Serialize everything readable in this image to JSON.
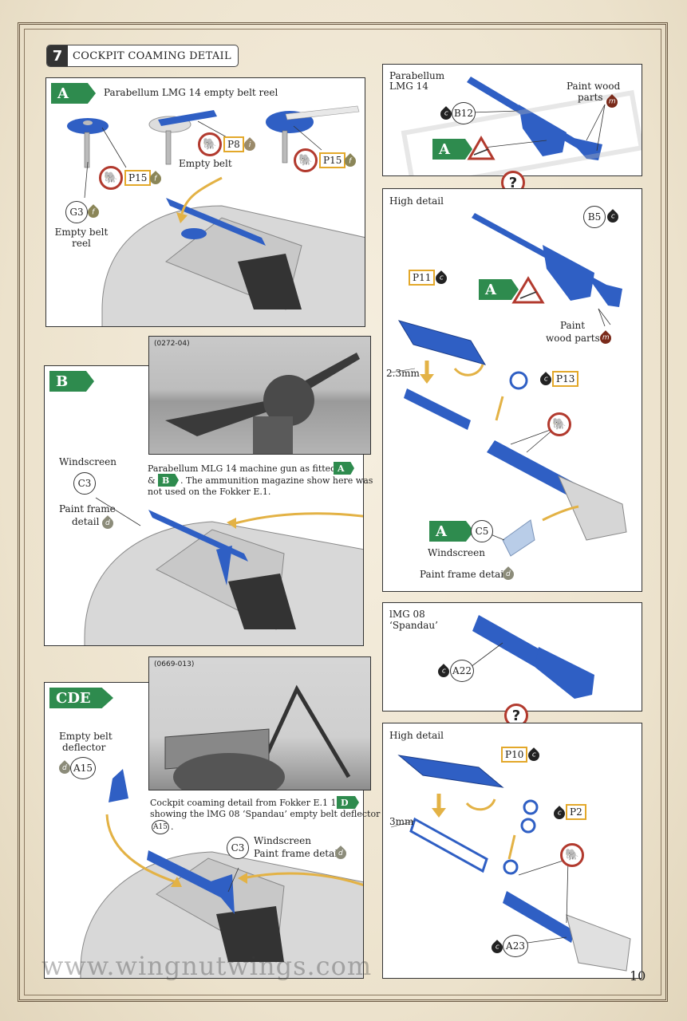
{
  "step": {
    "number": "7",
    "title": "COCKPIT COAMING DETAIL"
  },
  "panel_a": {
    "badge": "A",
    "title": "Parabellum LMG 14 empty belt reel",
    "parts": {
      "g3": "G3",
      "p15a": "P15",
      "p8": "P8",
      "p15b": "P15"
    },
    "paints": {
      "g3": "f",
      "p15a": "f",
      "p8": "i",
      "p15b": "f"
    },
    "empty_belt": "Empty belt",
    "empty_belt_reel": "Empty belt reel"
  },
  "panel_lmg14": {
    "title_line1": "Parabellum",
    "title_line2": "LMG 14",
    "part": "B12",
    "part_paint": "c",
    "paint_wood_line1": "Paint wood",
    "paint_wood_line2": "parts",
    "wood_paint": "m",
    "badge": "A"
  },
  "panel_high1": {
    "title": "High detail",
    "parts": {
      "b5": "B5",
      "p11": "P11",
      "p13": "P13",
      "c5": "C5"
    },
    "paints": {
      "b5": "c",
      "p11": "c",
      "p13": "c",
      "frame": "d",
      "wood": "m"
    },
    "paint_wood_line1": "Paint",
    "paint_wood_line2": "wood parts",
    "dimension": "2.3mm",
    "badge": "A",
    "windscreen": "Windscreen",
    "paint_frame": "Paint frame detail"
  },
  "panel_b": {
    "badge": "B",
    "photo_id": "(0272-04)",
    "windscreen": "Windscreen",
    "part": "C3",
    "paint_frame_line1": "Paint frame",
    "paint_frame_line2": "detail",
    "frame_paint": "d",
    "caption_line1": "Parabellum MLG 14 machine gun as fitted to",
    "caption_amp": "&",
    "caption_line2": ". The ammunition magazine show here was",
    "caption_line3": "not used on the Fokker E.1.",
    "cap_badge_a": "A",
    "cap_badge_b": "B"
  },
  "panel_spandau": {
    "title_line1": "lMG 08",
    "title_line2": "‘Spandau’",
    "part": "A22",
    "part_paint": "c"
  },
  "panel_cde": {
    "badge": "CDE",
    "photo_id": "(0669-013)",
    "deflector_line1": "Empty belt",
    "deflector_line2": "deflector",
    "part_a15": "A15",
    "a15_paint": "d",
    "part_c3": "C3",
    "windscreen": "Windscreen",
    "paint_frame": "Paint frame detail",
    "frame_paint": "d",
    "caption_line1": "Cockpit coaming detail from Fokker E.1 13/15",
    "cap_badge_d": "D",
    "caption_line2": "showing the lMG 08 ‘Spandau’ empty belt deflector",
    "caption_ref": "A15",
    "caption_end": "."
  },
  "panel_high2": {
    "title": "High detail",
    "parts": {
      "p10": "P10",
      "p2": "P2",
      "a23": "A23"
    },
    "paints": {
      "p10": "c",
      "p2": "c",
      "a23": "c"
    },
    "dimension": "3mm"
  },
  "question_mark": "?",
  "watermark": "www.wingnutwings.com",
  "page_number": "10",
  "colors": {
    "part_blue": "#2f5fc4",
    "badge_green": "#2e8b4e",
    "warn_red": "#b23a2e",
    "box_yellow": "#e3a82a",
    "grey_part": "#cfcfcf"
  }
}
